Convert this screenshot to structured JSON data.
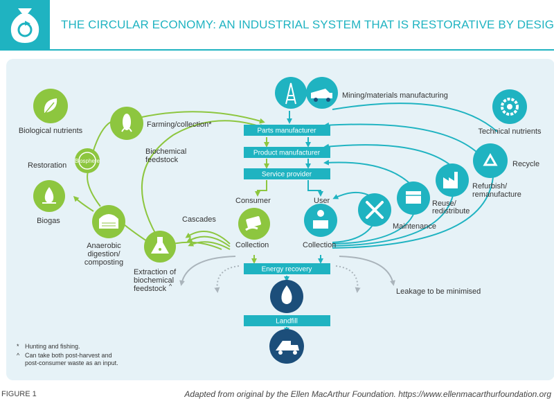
{
  "header": {
    "title": "THE CIRCULAR ECONOMY: AN INDUSTRIAL SYSTEM THAT IS RESTORATIVE BY DESIGN",
    "logo_icon": "recycle-bag-icon"
  },
  "colors": {
    "teal": "#1fb3c1",
    "green": "#8dc63f",
    "navy": "#1c4e7a",
    "panel": "#e6f2f7",
    "grey": "#aab4bb"
  },
  "biological": {
    "nutrients": "Biological nutrients",
    "farming": "Farming/collection*",
    "restoration": "Restoration",
    "biosphere": "Biosphere",
    "feedstock_line1": "Biochemical",
    "feedstock_line2": "feedstock",
    "biogas": "Biogas",
    "anaerobic_line1": "Anaerobic",
    "anaerobic_line2": "digestion/",
    "anaerobic_line3": "composting",
    "extraction_line1": "Extraction of",
    "extraction_line2": "biochemical",
    "extraction_line3": "feedstock",
    "extraction_mark": "^",
    "cascades": "Cascades"
  },
  "technical": {
    "mining": "Mining/materials manufacturing",
    "nutrients": "Technical nutrients",
    "recycle": "Recycle",
    "refurbish_line1": "Refurbish/",
    "refurbish_line2": "remanufacture",
    "reuse_line1": "Reuse/",
    "reuse_line2": "redistribute",
    "maintenance": "Maintenance"
  },
  "flow": {
    "parts": "Parts manufacturer",
    "product": "Product manufacturer",
    "service": "Service provider",
    "consumer": "Consumer",
    "user": "User",
    "collection_left": "Collection",
    "collection_right": "Collection",
    "energy": "Energy recovery",
    "landfill": "Landfill",
    "leakage": "Leakage to be minimised"
  },
  "footnotes": {
    "note1_mark": "*",
    "note1": "Hunting and fishing.",
    "note2_mark": "^",
    "note2_line1": "Can take both post-harvest and",
    "note2_line2": "post-consumer waste as an input."
  },
  "footer": {
    "figure": "FIGURE 1",
    "source": "Adapted from original by the Ellen MacArthur Foundation. https://www.ellenmacarthurfoundation.org"
  }
}
